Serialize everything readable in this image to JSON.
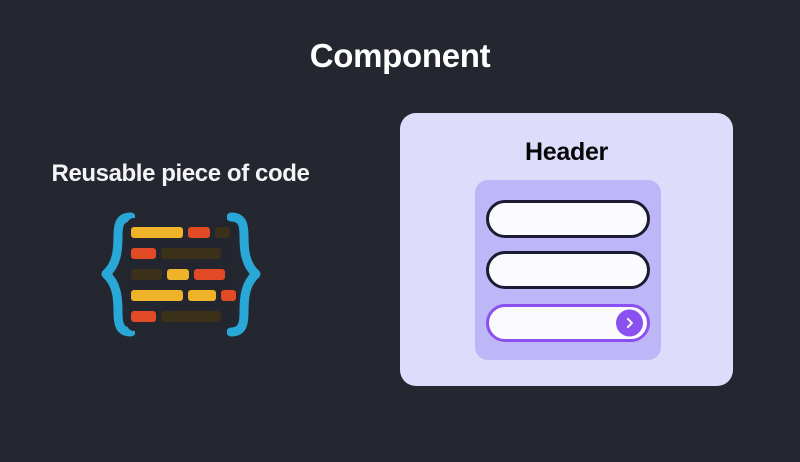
{
  "page": {
    "title": "Component",
    "background_color": "#24272f"
  },
  "left": {
    "caption": "Reusable piece of code",
    "code_icon": {
      "brace_color": "#29a8d8",
      "panel_color": "#23262e",
      "token_colors": {
        "yellow": "#eeb328",
        "red": "#e24a26",
        "dark": "#3b3018"
      },
      "rows": [
        [
          {
            "color": "yellow",
            "width": 52
          },
          {
            "color": "red",
            "width": 22
          },
          {
            "color": "dark",
            "width": 15
          }
        ],
        [
          {
            "color": "red",
            "width": 25
          },
          {
            "color": "dark",
            "width": 60
          }
        ],
        [
          {
            "color": "dark",
            "width": 31
          },
          {
            "color": "yellow",
            "width": 22
          },
          {
            "color": "red",
            "width": 31
          }
        ],
        [
          {
            "color": "yellow",
            "width": 52
          },
          {
            "color": "yellow",
            "width": 28
          },
          {
            "color": "red",
            "width": 15
          }
        ],
        [
          {
            "color": "red",
            "width": 25
          },
          {
            "color": "dark",
            "width": 60
          }
        ]
      ]
    }
  },
  "component": {
    "header": "Header",
    "card_color": "#dedcfb",
    "inner_panel_color": "#bdb6f7",
    "accent_color": "#8b50f0",
    "field_border_color": "#1d1b33",
    "fields": [
      {
        "name": "field-one",
        "value": "",
        "placeholder": "",
        "style": "default"
      },
      {
        "name": "field-two",
        "value": "",
        "placeholder": "",
        "style": "default"
      },
      {
        "name": "field-three",
        "value": "",
        "placeholder": "",
        "style": "accent"
      }
    ],
    "submit_icon": "chevron-right-icon"
  }
}
